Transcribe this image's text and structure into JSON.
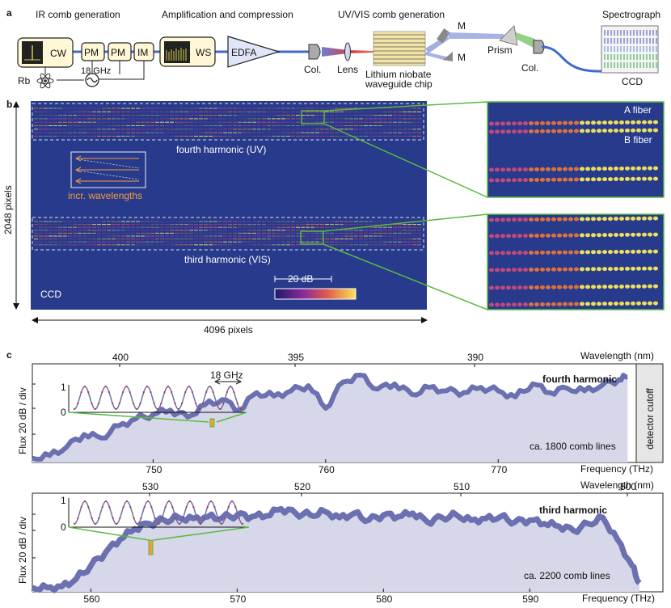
{
  "panel_labels": {
    "a": "a",
    "b": "b",
    "c": "c"
  },
  "panel_a": {
    "titles": {
      "ir": "IR comb generation",
      "amp": "Amplification and compression",
      "uvvis": "UV/VIS comb generation",
      "spectrograph": "Spectrograph"
    },
    "boxes": {
      "cw": "CW",
      "pm1": "PM",
      "pm2": "PM",
      "im": "IM",
      "ws": "WS",
      "edfa": "EDFA"
    },
    "rb": "Rb",
    "rf": "18 GHz",
    "col1": "Col.",
    "lens": "Lens",
    "chip": [
      "Lithium niobate",
      "waveguide chip"
    ],
    "mirror_top": "M",
    "mirror_bottom": "M",
    "prism": "Prism",
    "col2": "Col.",
    "ccd": "CCD"
  },
  "panel_b": {
    "ylabel": "2048 pixels",
    "xlabel": "4096 pixels",
    "uv_label": "fourth harmonic (UV)",
    "vis_label": "third harmonic (VIS)",
    "inset": "incr. wavelengths",
    "ccd": "CCD",
    "scale": "20 dB",
    "a_fiber": "A fiber",
    "b_fiber": "B fiber",
    "colors": {
      "bg": "#283a8c",
      "bright": "#f6e85a",
      "mid": "#e8743a",
      "dim": "#a8348a",
      "green": "#5ab941"
    }
  },
  "chart_data": [
    {
      "type": "area",
      "title": "fourth harmonic",
      "annotation": "ca. 1800 comb lines",
      "cutoff": "detector cutoff",
      "xlabel": "Frequency (THz)",
      "x2label": "Wavelength (nm)",
      "ylabel": "Flux 20 dB / div",
      "xlim": [
        743,
        778
      ],
      "xticks": [
        750,
        760,
        770
      ],
      "x2ticks": [
        400,
        395,
        390
      ],
      "inset": {
        "yticks": [
          0,
          1
        ],
        "label": "18 GHz",
        "periods": 8
      },
      "x": [
        743,
        744,
        745,
        746,
        747,
        748,
        749,
        750,
        751,
        752,
        753,
        754,
        755,
        756,
        757,
        758,
        759,
        760,
        761,
        762,
        763,
        764,
        765,
        766,
        767,
        768,
        769,
        770,
        771,
        772,
        773,
        774,
        775,
        776,
        777,
        777.5
      ],
      "y": [
        0.05,
        0.08,
        0.18,
        0.32,
        0.28,
        0.42,
        0.5,
        0.55,
        0.6,
        0.52,
        0.66,
        0.72,
        0.6,
        0.8,
        0.76,
        0.82,
        0.88,
        0.62,
        0.92,
        1.0,
        0.84,
        0.9,
        0.78,
        0.86,
        0.82,
        0.8,
        0.86,
        0.82,
        0.75,
        0.9,
        0.8,
        0.85,
        0.82,
        0.88,
        0.95,
        0.98
      ]
    },
    {
      "type": "area",
      "title": "third harmonic",
      "annotation": "ca. 2200 comb lines",
      "xlabel": "Frequency (THz)",
      "x2label": "Wavelength (nm)",
      "ylabel": "Flux 20 dB / div",
      "xlim": [
        556,
        598
      ],
      "xticks": [
        560,
        570,
        580,
        590
      ],
      "x2ticks": [
        530,
        520,
        510,
        500
      ],
      "inset": {
        "yticks": [
          0,
          1
        ],
        "periods": 8
      },
      "x": [
        556,
        557,
        558,
        559,
        560,
        561,
        562,
        563,
        564,
        565,
        566,
        567,
        568,
        569,
        570,
        571,
        572,
        573,
        574,
        575,
        576,
        577,
        578,
        579,
        580,
        581,
        582,
        583,
        584,
        585,
        586,
        587,
        588,
        589,
        590,
        591,
        592,
        593,
        594,
        595,
        596,
        597,
        597.5
      ],
      "y": [
        0.05,
        0.05,
        0.06,
        0.15,
        0.3,
        0.45,
        0.6,
        0.72,
        0.78,
        0.82,
        0.85,
        0.84,
        0.86,
        0.85,
        0.88,
        0.86,
        0.87,
        0.95,
        0.9,
        0.88,
        0.92,
        0.85,
        0.9,
        0.82,
        0.88,
        0.86,
        0.9,
        0.8,
        0.85,
        0.88,
        0.82,
        0.84,
        0.86,
        0.8,
        0.82,
        0.78,
        0.75,
        0.7,
        0.78,
        0.85,
        0.6,
        0.3,
        0.1
      ]
    }
  ]
}
